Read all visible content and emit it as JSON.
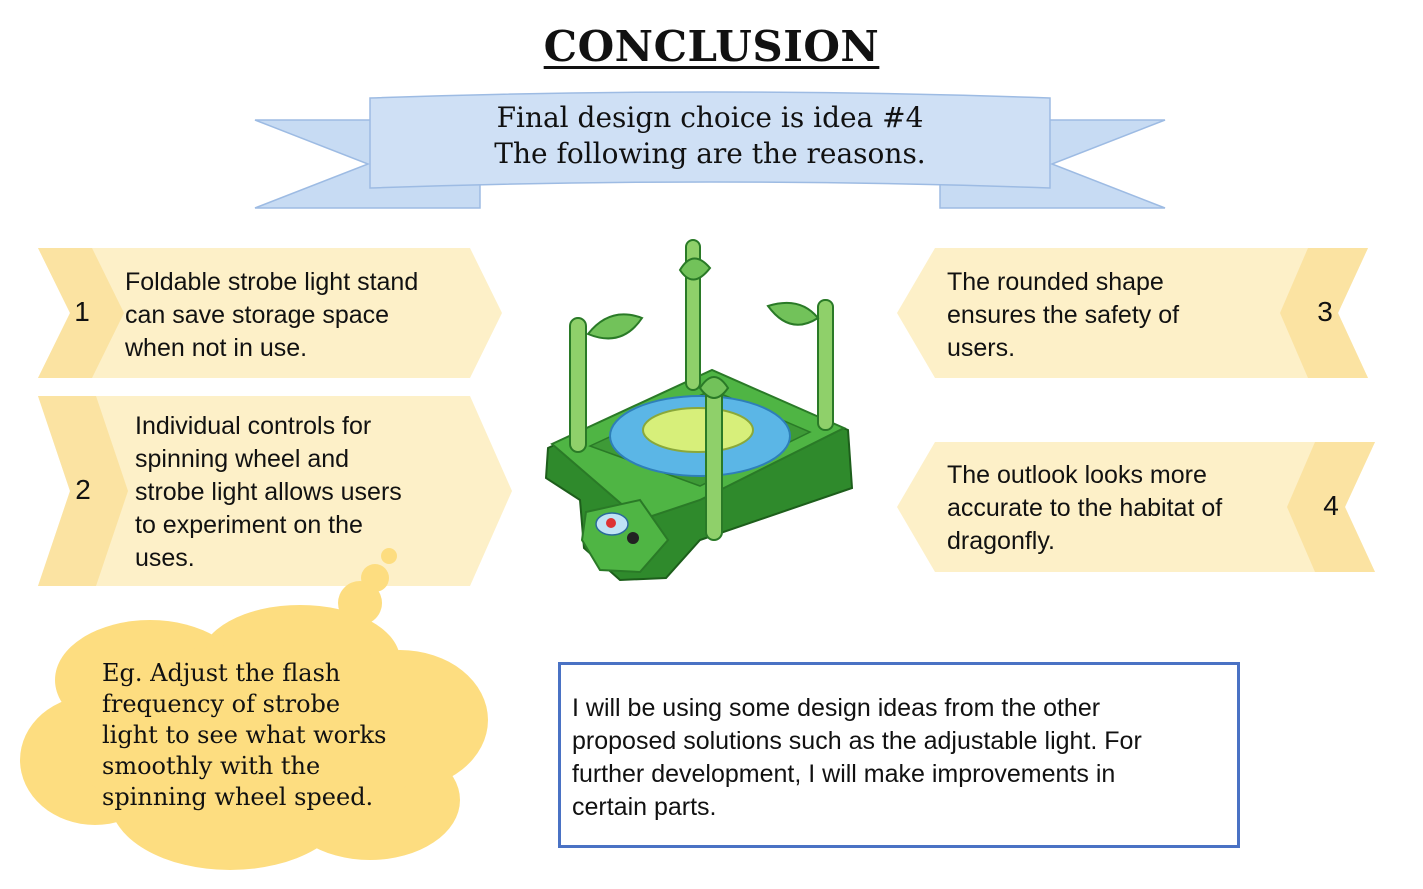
{
  "title": "CONCLUSION",
  "banner": {
    "line1": "Final design choice is idea #4",
    "line2": "The following are the reasons."
  },
  "reasons": [
    {
      "number": "1",
      "lines": [
        "Foldable strobe light stand",
        "can save storage space",
        "when not in use."
      ]
    },
    {
      "number": "2",
      "lines": [
        "Individual controls for",
        "spinning wheel and",
        "strobe light allows users",
        "to experiment on the",
        "uses."
      ]
    },
    {
      "number": "3",
      "lines": [
        "The rounded shape",
        "ensures the safety of",
        "users."
      ]
    },
    {
      "number": "4",
      "lines": [
        "The outlook looks more",
        "accurate to the habitat of",
        "dragonfly."
      ]
    }
  ],
  "thought_bubble": {
    "lines": [
      "Eg. Adjust the flash",
      "frequency of strobe",
      "light to see what works",
      "smoothly with the",
      "spinning wheel speed."
    ]
  },
  "summary": {
    "lines": [
      "I will be using some design ideas from the other",
      "proposed solutions such as the adjustable light. For",
      "further development, I will make improvements in",
      "certain parts."
    ]
  },
  "colors": {
    "arrow_light": "#fdf0c8",
    "arrow_dark": "#fbe3a2",
    "bubble": "#fddd80",
    "banner": "#cfe0f5",
    "banner_edge": "#9dbbe3",
    "box_border": "#4a72c4",
    "green": "#3fa33a",
    "water": "#5bb6e6"
  }
}
